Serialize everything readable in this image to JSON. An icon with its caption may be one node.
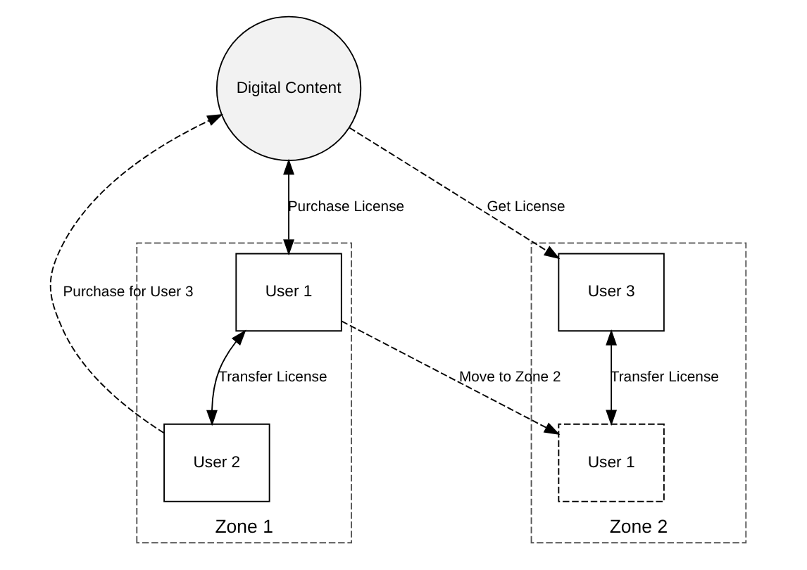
{
  "diagram": {
    "nodes": [
      {
        "text": [
          "Digital Content"
        ]
      },
      {
        "text": [
          "Zone 1"
        ]
      },
      {
        "text": [
          "User 1"
        ],
        "in": 1
      },
      {
        "text": [
          "User 2"
        ],
        "in": 1
      },
      {
        "text": [
          "Zone 2"
        ]
      },
      {
        "text": [
          "User 1"
        ],
        "in": 4
      },
      {
        "text": [
          "User 3"
        ],
        "in": 4
      }
    ],
    "edges": [
      {
        "from": 0,
        "to": 2,
        "arrow": "both",
        "label": "Purchase License"
      },
      {
        "from": 2,
        "to": 3,
        "arrow": "both",
        "label": "Transfer License"
      },
      {
        "from": 3,
        "to": 0,
        "arrow": "to",
        "label": "Purchase for User 3",
        "style": "dashed"
      },
      {
        "from": 2,
        "to": 5,
        "arrow": "to",
        "label": "Move to Zone 2",
        "style": "dashed"
      },
      {
        "from": 0,
        "to": 6,
        "arrow": "to",
        "label": "Get License",
        "style": "dashed"
      },
      {
        "from": 6,
        "to": 5,
        "arrow": "both",
        "label": "Transfer License"
      }
    ]
  }
}
